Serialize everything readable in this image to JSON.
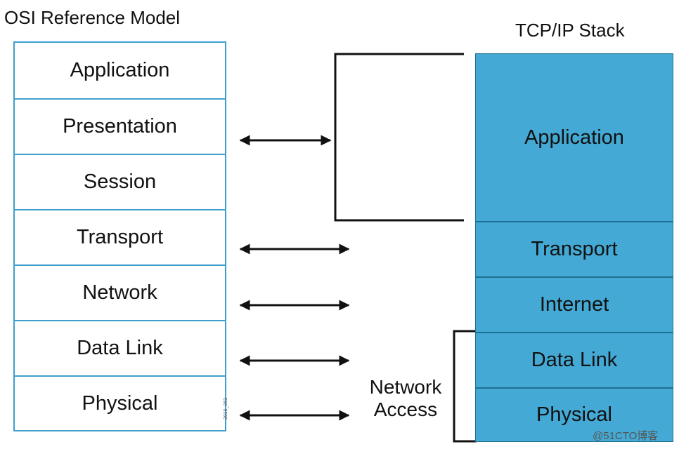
{
  "osi": {
    "title": "OSI Reference Model",
    "layers": [
      "Application",
      "Presentation",
      "Session",
      "Transport",
      "Network",
      "Data Link",
      "Physical"
    ]
  },
  "tcpip": {
    "title": "TCP/IP Stack",
    "layers": [
      "Application",
      "Transport",
      "Internet",
      "Data Link",
      "Physical"
    ]
  },
  "network_access_label": "Network Access",
  "figure_code": "3019_963",
  "watermark": "@51CTO博客",
  "colors": {
    "osi_border": "#3f9fcc",
    "tcp_fill": "#44a9d4",
    "tcp_border": "#1f6f94"
  }
}
